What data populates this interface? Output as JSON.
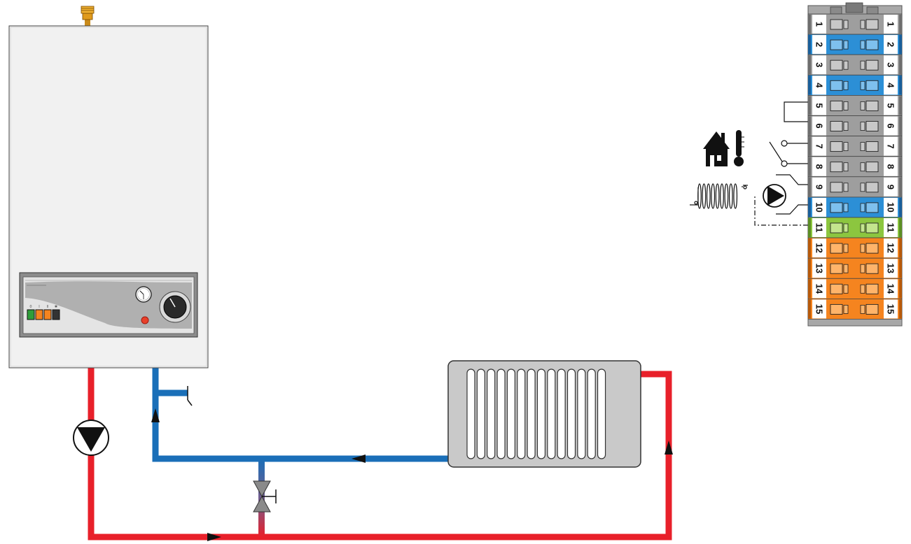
{
  "colors": {
    "supply": "#e8202a",
    "return": "#1a6fb8",
    "boiler_body": "#f1f1f1",
    "terminal_gray": "#9e9e9e",
    "terminal_blue": "#2c8fd6",
    "terminal_green": "#8cc63f",
    "terminal_orange": "#f5841f"
  },
  "icons": {
    "house": "house-icon",
    "thermometer": "thermometer-icon",
    "pump": "pump-icon",
    "valve": "three-way-valve-icon",
    "radiator": "radiator-icon",
    "switch": "switch-contact-icon",
    "coil": "heater-coil-icon",
    "air_vent": "air-vent-icon"
  },
  "control_panel": {
    "switch_labels": [
      "0",
      "I",
      "II",
      "✱"
    ]
  },
  "terminal_block": {
    "terminals": [
      {
        "left": "1",
        "right": "1",
        "color": "gray"
      },
      {
        "left": "2",
        "right": "2",
        "color": "blue"
      },
      {
        "left": "3",
        "right": "3",
        "color": "gray"
      },
      {
        "left": "4",
        "right": "4",
        "color": "blue"
      },
      {
        "left": "5",
        "right": "5",
        "color": "gray"
      },
      {
        "left": "6",
        "right": "6",
        "color": "gray"
      },
      {
        "left": "7",
        "right": "7",
        "color": "gray"
      },
      {
        "left": "8",
        "right": "8",
        "color": "gray"
      },
      {
        "left": "9",
        "right": "9",
        "color": "gray"
      },
      {
        "left": "10",
        "right": "10",
        "color": "blue"
      },
      {
        "left": "11",
        "right": "11",
        "color": "green"
      },
      {
        "left": "12",
        "right": "12",
        "color": "orange"
      },
      {
        "left": "13",
        "right": "13",
        "color": "orange"
      },
      {
        "left": "14",
        "right": "14",
        "color": "orange"
      },
      {
        "left": "15",
        "right": "15",
        "color": "orange"
      }
    ]
  },
  "flow_directions": {
    "supply_bottom": "right",
    "supply_riser": "up",
    "return_pipe": "left",
    "return_riser": "up"
  }
}
